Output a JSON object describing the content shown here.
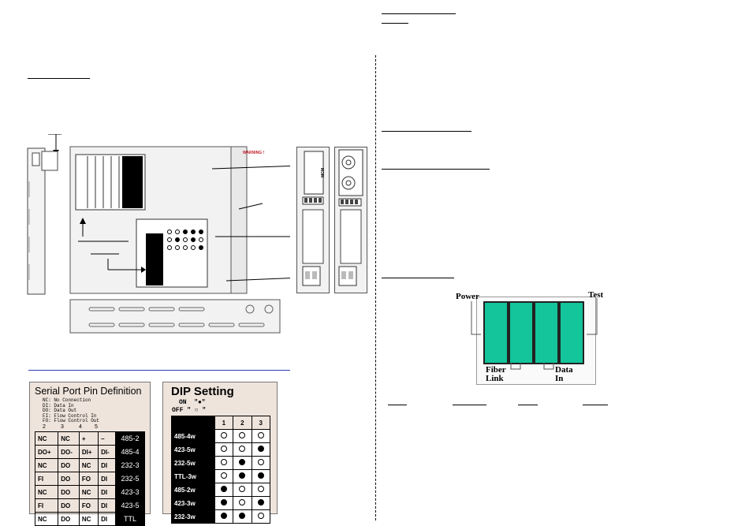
{
  "led_panel": {
    "labels": {
      "power": "Power",
      "test": "Test",
      "fiber_link": "Fiber\nLink",
      "data_in": "Data\nIn"
    },
    "color": "#14c49a"
  },
  "mcm": {
    "label": "MCM"
  },
  "serial_card": {
    "title": "Serial Port Pin Definition",
    "legend": [
      "NC: No Connection",
      "DI: Data In",
      "DO: Data Out",
      "FI: Flow Control In",
      "FO: Flow Control Out"
    ],
    "header": [
      "2",
      "3",
      "4",
      "5"
    ],
    "rows": [
      [
        "NC",
        "NC",
        "+",
        "–",
        "485-2"
      ],
      [
        "DO+",
        "DO-",
        "DI+",
        "DI-",
        "485-4"
      ],
      [
        "NC",
        "DO",
        "NC",
        "DI",
        "232-3"
      ],
      [
        "FI",
        "DO",
        "FO",
        "DI",
        "232-5"
      ],
      [
        "NC",
        "DO",
        "NC",
        "DI",
        "423-3"
      ],
      [
        "FI",
        "DO",
        "FO",
        "DI",
        "423-5"
      ],
      [
        "NC",
        "DO",
        "NC",
        "DI",
        "TTL"
      ]
    ]
  },
  "dip_card": {
    "title": "DIP Setting",
    "on_label": "ON  \"●\"",
    "off_label": "OFF \" ○ \"",
    "header": [
      "1",
      "2",
      "3"
    ],
    "rows": [
      {
        "mode": "485-4w",
        "s": [
          0,
          0,
          0
        ]
      },
      {
        "mode": "423-5w",
        "s": [
          0,
          0,
          1
        ]
      },
      {
        "mode": "232-5w",
        "s": [
          0,
          1,
          0
        ]
      },
      {
        "mode": "TTL-3w",
        "s": [
          0,
          1,
          1
        ]
      },
      {
        "mode": "485-2w",
        "s": [
          1,
          0,
          0
        ]
      },
      {
        "mode": "423-3w",
        "s": [
          1,
          0,
          1
        ]
      },
      {
        "mode": "232-3w",
        "s": [
          1,
          1,
          0
        ]
      }
    ]
  },
  "warning": {
    "title": "WARNING !"
  }
}
